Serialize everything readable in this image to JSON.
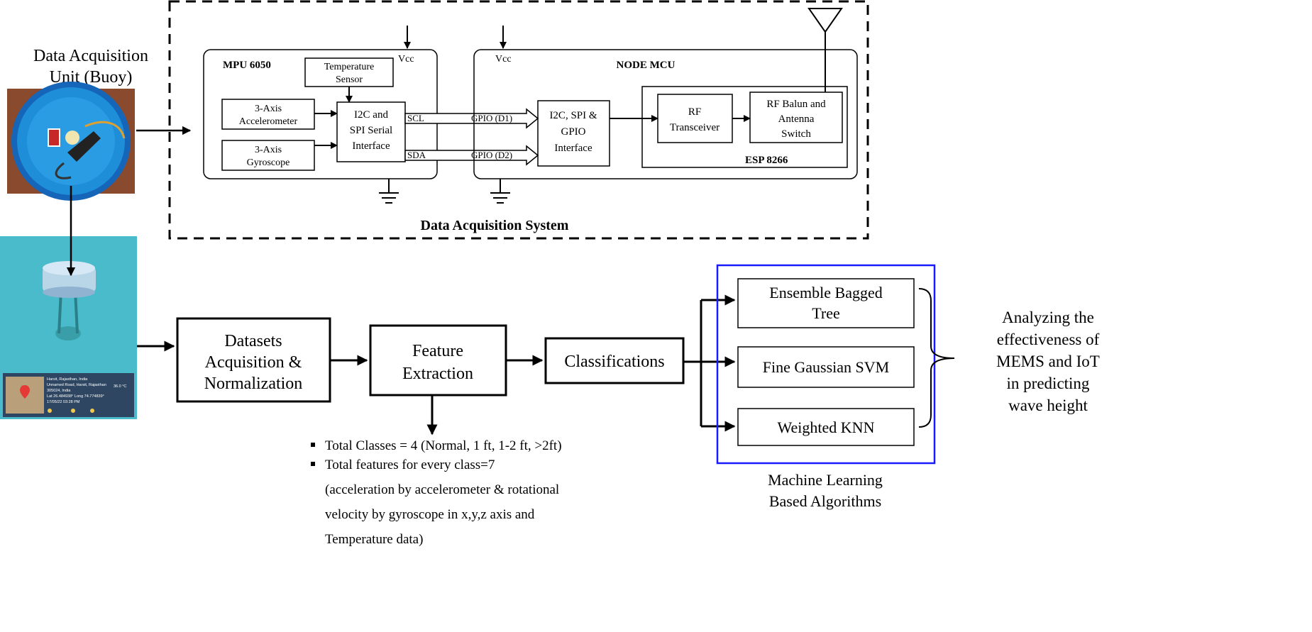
{
  "buoy_unit": {
    "label_line1": "Data Acquisition",
    "label_line2": "Unit (Buoy)"
  },
  "das": {
    "title": "Data Acquisition System",
    "mpu": {
      "title": "MPU 6050",
      "vcc": "Vcc",
      "temp_line1": "Temperature",
      "temp_line2": "Sensor",
      "accel_line1": "3-Axis",
      "accel_line2": "Accelerometer",
      "gyro_line1": "3-Axis",
      "gyro_line2": "Gyroscope",
      "i2c_line1": "I2C and",
      "i2c_line2": "SPI Serial",
      "i2c_line3": "Interface",
      "scl": "SCL",
      "sda": "SDA"
    },
    "nodemcu": {
      "title": "NODE MCU",
      "vcc": "Vcc",
      "gpio_d1": "GPIO (D1)",
      "gpio_d2": "GPIO (D2)",
      "iface_line1": "I2C, SPI &",
      "iface_line2": "GPIO",
      "iface_line3": "Interface",
      "rf_line1": "RF",
      "rf_line2": "Transceiver",
      "balun_line1": "RF Balun and",
      "balun_line2": "Antenna",
      "balun_line3": "Switch",
      "esp": "ESP 8266"
    }
  },
  "map_overlay": {
    "line1": "Harsit, Rajasthan, India",
    "line2": "Unnamed Road, Harsit, Rajasthan",
    "line3": "305024, India",
    "line4": "Lat 26.484938° Long 74.774839°",
    "line5": "17/05/22 03:28 PM",
    "temp": "36.0 °C"
  },
  "pipeline": {
    "datasets_line1": "Datasets",
    "datasets_line2": "Acquisition &",
    "datasets_line3": "Normalization",
    "feature_line1": "Feature",
    "feature_line2": "Extraction",
    "classifications": "Classifications"
  },
  "notes": {
    "bullet1": "Total Classes = 4 (Normal, 1 ft, 1-2 ft, >2ft)",
    "bullet2": "Total features for every class=7",
    "line3": "(acceleration by accelerometer & rotational",
    "line4": "velocity by gyroscope in x,y,z axis and",
    "line5": "Temperature data)"
  },
  "ml": {
    "algo1_line1": "Ensemble Bagged",
    "algo1_line2": "Tree",
    "algo2": "Fine Gaussian SVM",
    "algo3": "Weighted KNN",
    "caption_line1": "Machine Learning",
    "caption_line2": "Based Algorithms",
    "border_color": "#1a1aff"
  },
  "result": {
    "line1": "Analyzing the",
    "line2": "effectiveness of",
    "line3": "MEMS and IoT",
    "line4": "in predicting",
    "line5": "wave height"
  },
  "colors": {
    "pool_water": "#3fb6c6",
    "bucket_blue": "#1e8ed8",
    "ground_brown": "#8a4a2e"
  }
}
